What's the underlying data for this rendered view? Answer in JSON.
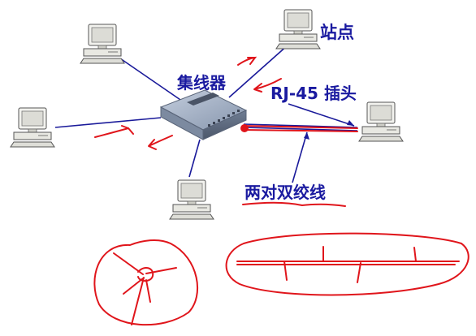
{
  "labels": {
    "station": "站点",
    "hub": "集线器",
    "rj45": "RJ-45 插头",
    "twisted_pair": "两对双绞线"
  },
  "colors": {
    "cable": "#1a1a9a",
    "label": "#1a1aa0",
    "annotation": "#e0151b",
    "hub_body": "#8b9ab0"
  }
}
